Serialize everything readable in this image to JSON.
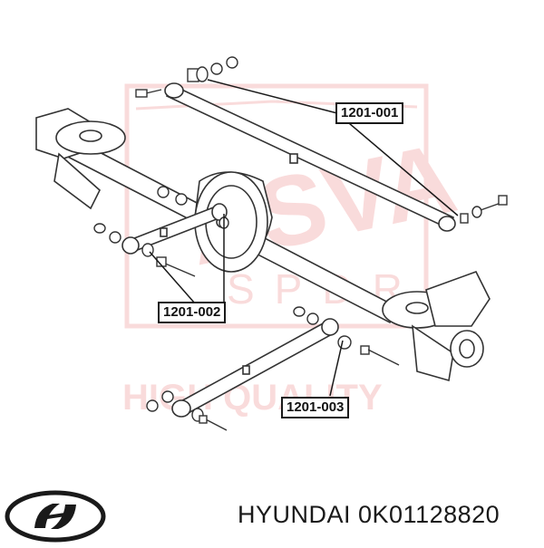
{
  "diagram": {
    "callouts": [
      {
        "id": "c1",
        "label": "1201-001"
      },
      {
        "id": "c2",
        "label": "1201-002"
      },
      {
        "id": "c3",
        "label": "1201-003"
      }
    ],
    "watermark": {
      "brand": "ASVA",
      "sub": "SPDR",
      "tagline": "HIGH QUALITY",
      "color": "#e23b3b"
    }
  },
  "footer": {
    "brand_logo_icon": "hyundai-logo-icon",
    "text": "HYUNDAI 0K01128820"
  }
}
